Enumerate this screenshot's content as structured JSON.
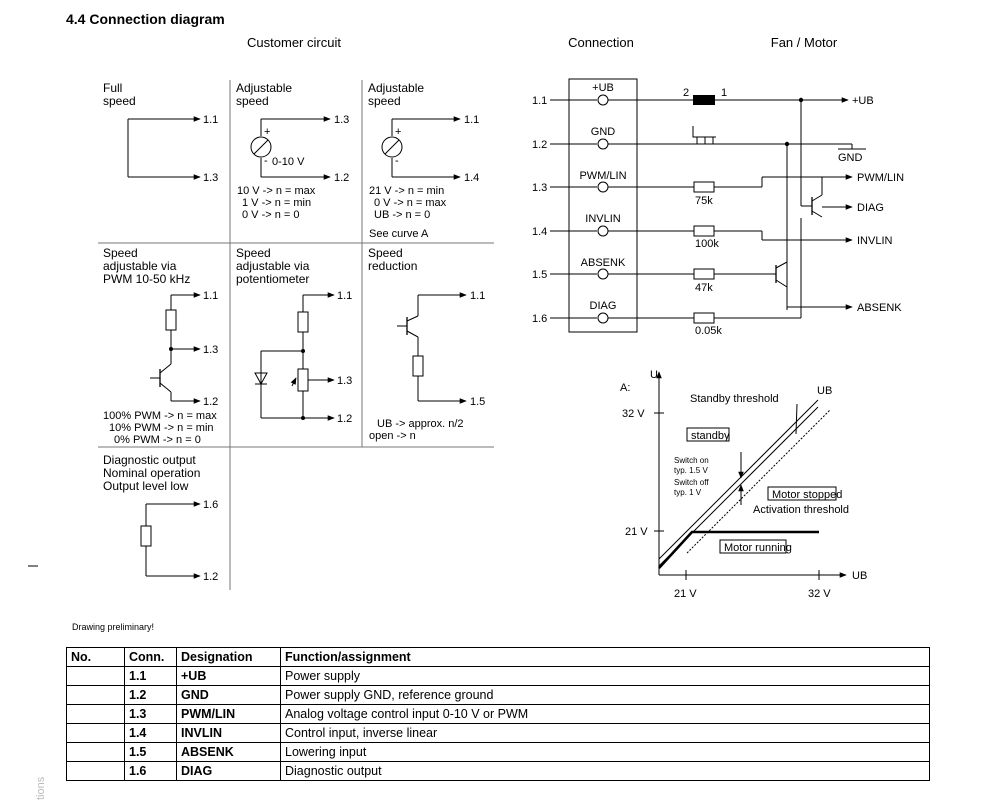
{
  "section_title": "4.4 Connection diagram",
  "headers": {
    "customer_circuit": "Customer circuit",
    "connection": "Connection",
    "fan_motor": "Fan / Motor"
  },
  "cells": {
    "full_speed": {
      "title_1": "Full",
      "title_2": "speed",
      "pin_a": "1.1",
      "pin_b": "1.3"
    },
    "adj_speed_a": {
      "title_1": "Adjustable",
      "title_2": "speed",
      "pin_a": "1.3",
      "pin_b": "1.2",
      "source": "0-10 V",
      "plus": "+",
      "minus": "-",
      "line_1": "10 V -> n = max",
      "line_2": "1 V -> n = min",
      "line_3": "0 V -> n = 0"
    },
    "adj_speed_b": {
      "title_1": "Adjustable",
      "title_2": "speed",
      "pin_a": "1.1",
      "pin_b": "1.4",
      "plus": "+",
      "minus": "-",
      "line_1": "21 V -> n = min",
      "line_2": "0 V -> n = max",
      "line_3": "UB -> n = 0",
      "see": "See curve A"
    },
    "pwm": {
      "title_1": "Speed",
      "title_2": "adjustable via",
      "title_3": "PWM 10-50 kHz",
      "pin_a": "1.1",
      "pin_b": "1.3",
      "pin_c": "1.2",
      "line_1": "100% PWM -> n = max",
      "line_2": "10% PWM -> n = min",
      "line_3": "0% PWM -> n = 0"
    },
    "pot": {
      "title_1": "Speed",
      "title_2": "adjustable via",
      "title_3": "potentiometer",
      "pin_a": "1.1",
      "pin_b": "1.3",
      "pin_c": "1.2"
    },
    "reduction": {
      "title_1": "Speed",
      "title_2": "reduction",
      "pin_a": "1.1",
      "pin_b": "1.5",
      "line_1": "UB -> approx. n/2",
      "line_2": "open -> n"
    },
    "diag": {
      "title_1": "Diagnostic output",
      "title_2": "Nominal operation",
      "title_3": "Output level low",
      "pin_a": "1.6",
      "pin_b": "1.2"
    }
  },
  "connection": {
    "pins": [
      {
        "num": "1.1",
        "name": "+UB"
      },
      {
        "num": "1.2",
        "name": "GND"
      },
      {
        "num": "1.3",
        "name": "PWM/LIN"
      },
      {
        "num": "1.4",
        "name": "INVLIN"
      },
      {
        "num": "1.5",
        "name": "ABSENK"
      },
      {
        "num": "1.6",
        "name": "DIAG"
      }
    ],
    "resistors": [
      "75k",
      "100k",
      "47k",
      "0.05k"
    ],
    "diode_pin_2": "2",
    "diode_pin_1": "1",
    "outputs": [
      "+UB",
      "GND",
      "PWM/LIN",
      "DIAG",
      "INVLIN",
      "ABSENK"
    ]
  },
  "curve": {
    "label": "A:",
    "y_axis": "U",
    "x_axis": "UB",
    "y_ticks": [
      "32 V",
      "21 V"
    ],
    "x_ticks": [
      "21 V",
      "32 V"
    ],
    "ub_label": "UB",
    "standby_threshold": "Standby threshold",
    "standby": "standby",
    "switch_on_1": "Switch on",
    "switch_on_2": "typ. 1.5 V",
    "switch_off_1": "Switch off",
    "switch_off_2": "typ. 1 V",
    "motor_stopped": "Motor stopped",
    "activation_threshold": "Activation threshold",
    "motor_running": "Motor running"
  },
  "note": "Drawing preliminary!",
  "side_text": "tions",
  "table": {
    "columns": [
      "No.",
      "Conn.",
      "Designation",
      "Function/assignment"
    ],
    "rows": [
      {
        "no": "",
        "conn": "1.1",
        "designation": "+UB",
        "function": "Power supply"
      },
      {
        "no": "",
        "conn": "1.2",
        "designation": "GND",
        "function": "Power supply GND, reference ground"
      },
      {
        "no": "",
        "conn": "1.3",
        "designation": "PWM/LIN",
        "function": "Analog voltage control input 0-10 V or PWM"
      },
      {
        "no": "",
        "conn": "1.4",
        "designation": "INVLIN",
        "function": "Control input, inverse linear"
      },
      {
        "no": "",
        "conn": "1.5",
        "designation": "ABSENK",
        "function": "Lowering input"
      },
      {
        "no": "",
        "conn": "1.6",
        "designation": "DIAG",
        "function": "Diagnostic output"
      }
    ]
  }
}
